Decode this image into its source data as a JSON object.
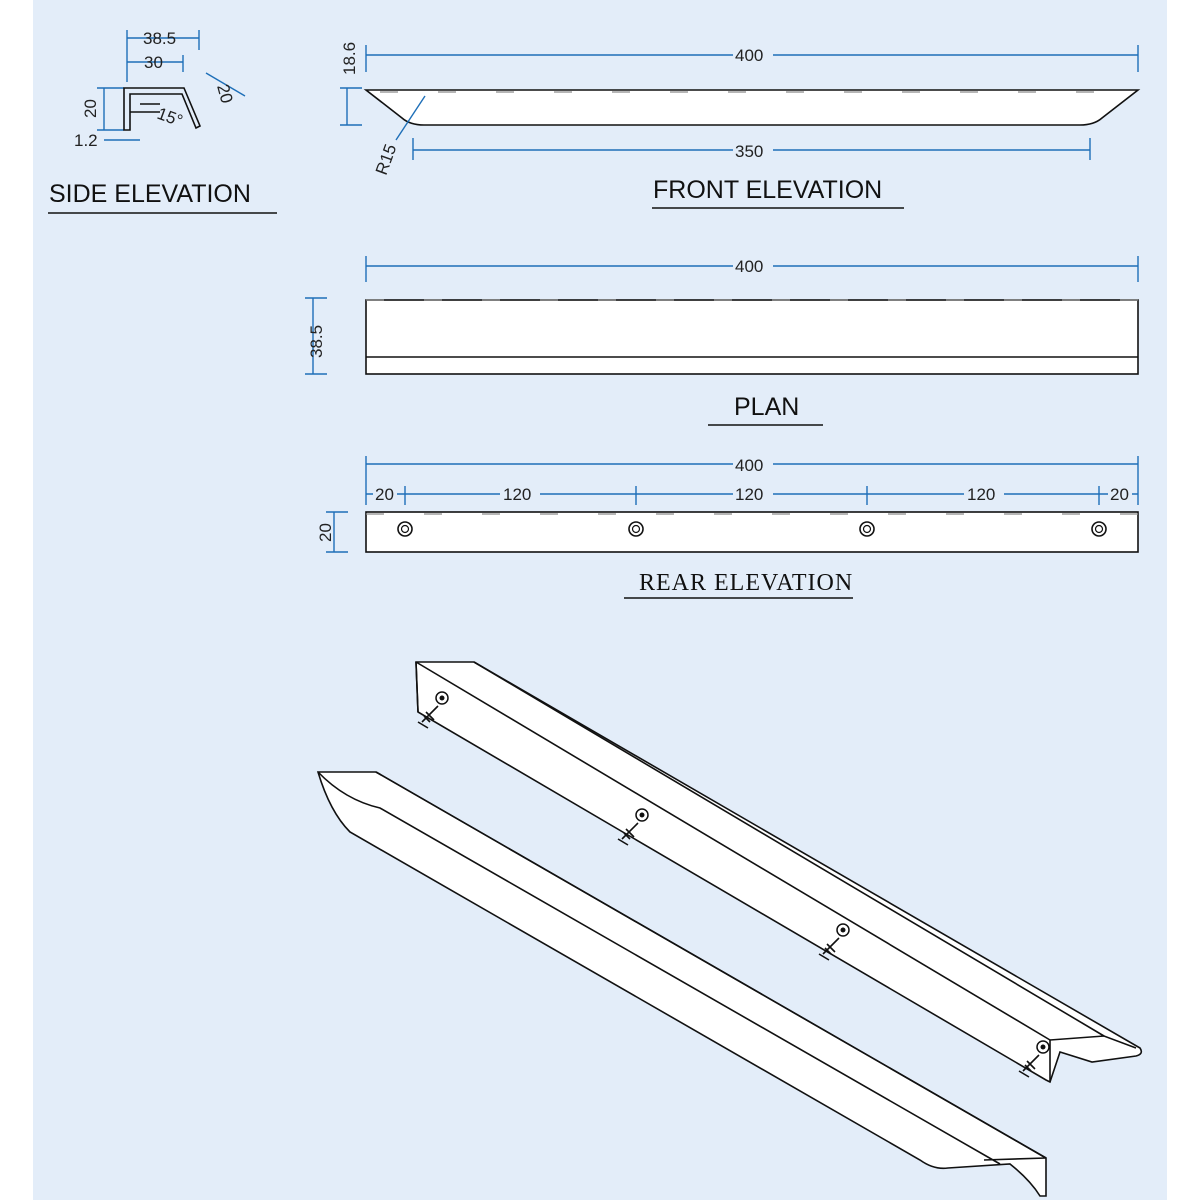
{
  "colors": {
    "background": "#e3edf9",
    "dimension": "#1e6fb8",
    "outline": "#111111"
  },
  "side_elevation": {
    "title": "SIDE ELEVATION",
    "dims": {
      "top_width": "38.5",
      "inner_width": "30",
      "height": "20",
      "thickness": "1.2",
      "lip": "20",
      "angle": "15°"
    }
  },
  "front_elevation": {
    "title": "FRONT ELEVATION",
    "dims": {
      "length": "400",
      "height": "18.6",
      "bottom_length": "350",
      "radius": "R15"
    }
  },
  "plan": {
    "title": "PLAN",
    "dims": {
      "length": "400",
      "depth": "38.5"
    }
  },
  "rear_elevation": {
    "title": "REAR ELEVATION",
    "dims": {
      "length": "400",
      "height": "20",
      "edge_left": "20",
      "spacing_1": "120",
      "spacing_2": "120",
      "spacing_3": "120",
      "edge_right": "20"
    }
  },
  "isometric": {
    "screws": "screw-icon",
    "handles": 2
  }
}
